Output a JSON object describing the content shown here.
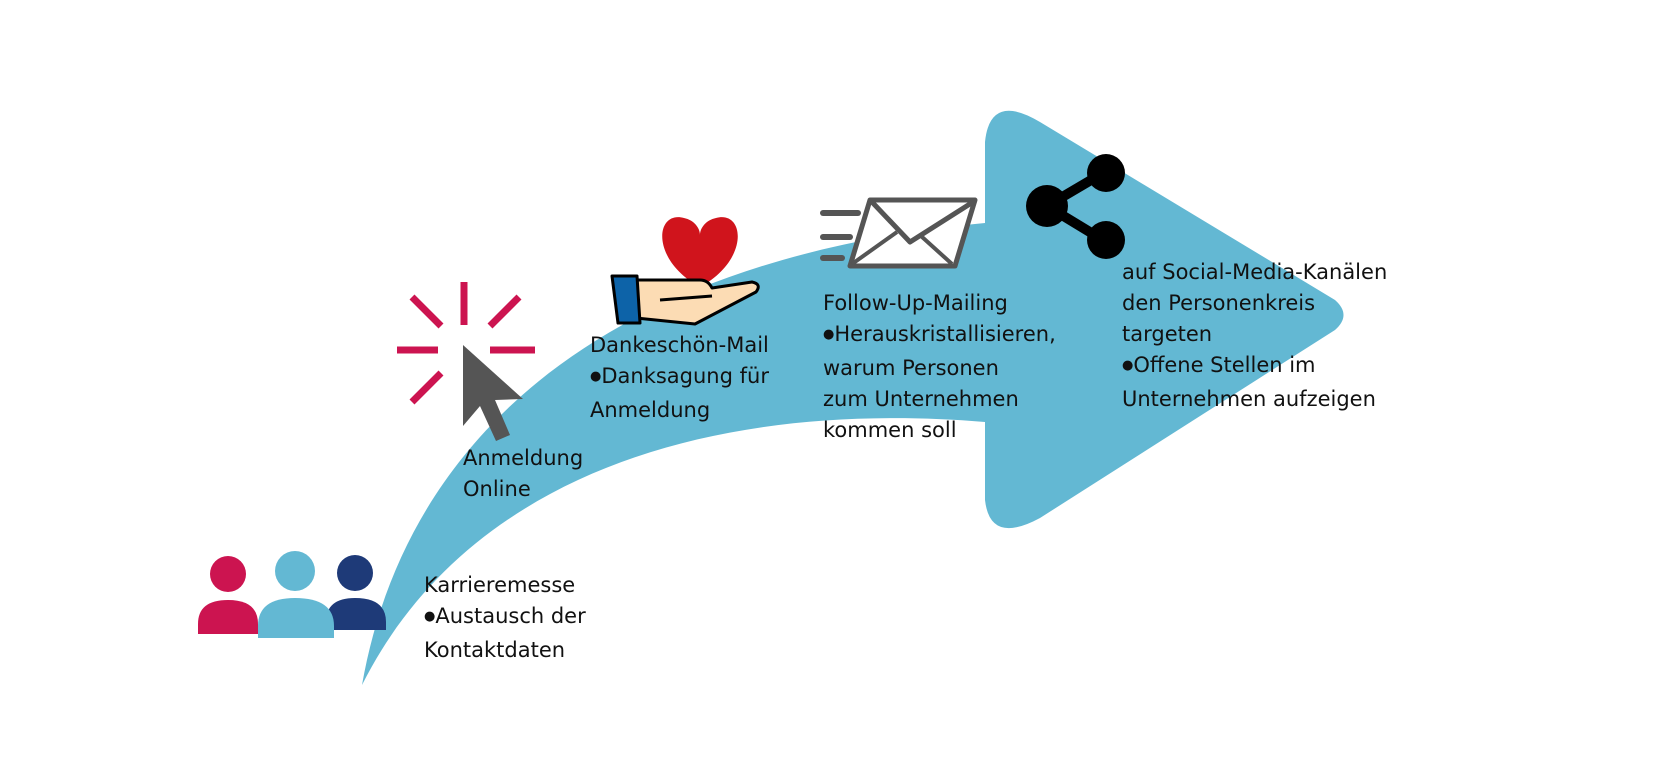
{
  "colors": {
    "arrow": "#63b8d3",
    "people_left": "#cc1450",
    "people_middle": "#63b8d3",
    "people_right": "#1e3a78",
    "click_rays": "#cc1450",
    "cursor": "#555555",
    "heart": "#d0141c",
    "hand_skin": "#fcdcb4",
    "hand_cuff": "#0d63a8",
    "mail": "#555555",
    "share": "#000000"
  },
  "steps": [
    {
      "icon": "people-group-icon",
      "title": "Karrieremesse",
      "bullets": [
        "Austausch der Kontaktdaten"
      ]
    },
    {
      "icon": "cursor-click-icon",
      "title": "Anmeldung Online",
      "bullets": []
    },
    {
      "icon": "heart-in-hand-icon",
      "title": "Dankeschön-Mail",
      "bullets": [
        "Danksagung für Anmeldung"
      ]
    },
    {
      "icon": "envelope-icon",
      "title": "Follow-Up-Mailing",
      "bullets": [
        "Herauskristallisieren, warum Personen zum Unternehmen kommen soll"
      ]
    },
    {
      "icon": "share-icon",
      "title": "auf Social-Media-Kanälen den Personenkreis targeten",
      "bullets": [
        "Offene Stellen im Unternehmen aufzeigen"
      ]
    }
  ],
  "lines": {
    "step1": [
      "Karrieremesse",
      "Austausch der",
      "Kontaktdaten"
    ],
    "step2": [
      "Anmeldung",
      "Online"
    ],
    "step3": [
      "Dankeschön-Mail",
      "Danksagung für",
      "Anmeldung"
    ],
    "step4": [
      "Follow-Up-Mailing",
      "Herauskristallisieren,",
      "warum Personen",
      "zum Unternehmen",
      "kommen soll"
    ],
    "step5": [
      "auf Social-Media-Kanälen",
      "den Personenkreis",
      "targeten",
      "Offene Stellen im",
      "Unternehmen aufzeigen"
    ]
  }
}
